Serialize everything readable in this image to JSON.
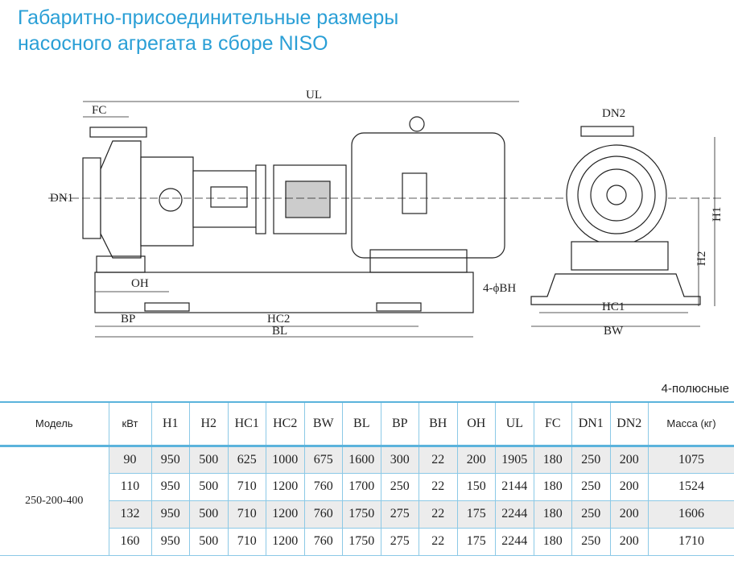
{
  "title": {
    "line1": "Габаритно-присоединительные размеры",
    "line2": "насосного агрегата в сборе NISO"
  },
  "drawing_labels": {
    "UL": "UL",
    "FC": "FC",
    "DN1": "DN1",
    "DN2": "DN2",
    "OH": "OH",
    "BP": "BP",
    "HC2": "HC2",
    "BL": "BL",
    "H1": "H1",
    "H2": "H2",
    "BH": "4-ϕBH",
    "HC1": "HC1",
    "BW": "BW"
  },
  "poles": "4-полюсные",
  "table": {
    "headers": [
      "Модель",
      "кВт",
      "H1",
      "H2",
      "HC1",
      "HC2",
      "BW",
      "BL",
      "BP",
      "BH",
      "OH",
      "UL",
      "FC",
      "DN1",
      "DN2",
      "Масса (кг)"
    ],
    "model": "250-200-400",
    "rows": [
      [
        "90",
        "950",
        "500",
        "625",
        "1000",
        "675",
        "1600",
        "300",
        "22",
        "200",
        "1905",
        "180",
        "250",
        "200",
        "1075"
      ],
      [
        "110",
        "950",
        "500",
        "710",
        "1200",
        "760",
        "1700",
        "250",
        "22",
        "150",
        "2144",
        "180",
        "250",
        "200",
        "1524"
      ],
      [
        "132",
        "950",
        "500",
        "710",
        "1200",
        "760",
        "1750",
        "275",
        "22",
        "175",
        "2244",
        "180",
        "250",
        "200",
        "1606"
      ],
      [
        "160",
        "950",
        "500",
        "710",
        "1200",
        "760",
        "1750",
        "275",
        "22",
        "175",
        "2244",
        "180",
        "250",
        "200",
        "1710"
      ]
    ]
  }
}
